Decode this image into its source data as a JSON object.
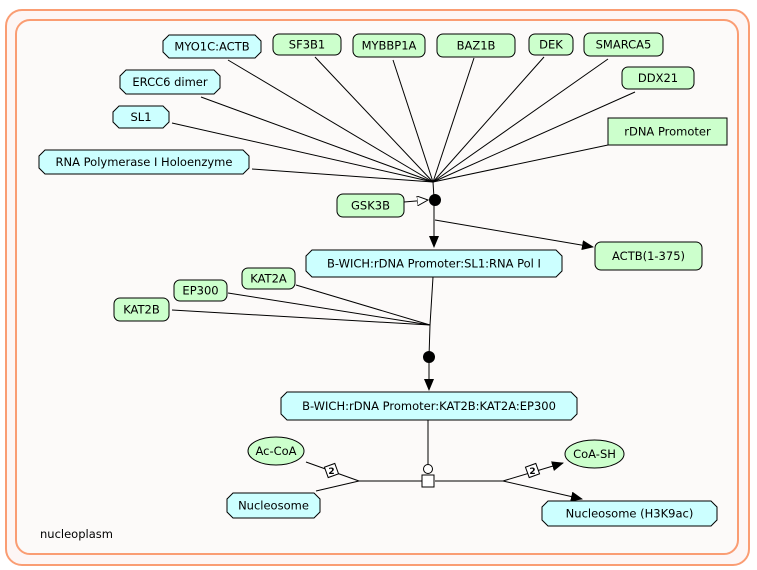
{
  "compartment": {
    "label": "nucleoplasm",
    "outer_stroke": "#fa9d73",
    "inner_fill": "#fcfaf9"
  },
  "colors": {
    "complex_fill": "#ccffff",
    "protein_fill": "#ccffcc",
    "chemical_fill": "#ccffcc",
    "stroke": "#000000"
  },
  "nodes": [
    {
      "id": "myo1c",
      "label": "MYO1C:ACTB",
      "type": "complex"
    },
    {
      "id": "sf3b1",
      "label": "SF3B1",
      "type": "protein"
    },
    {
      "id": "mybbp1a",
      "label": "MYBBP1A",
      "type": "protein"
    },
    {
      "id": "baz1b",
      "label": "BAZ1B",
      "type": "protein"
    },
    {
      "id": "dek",
      "label": "DEK",
      "type": "protein"
    },
    {
      "id": "smarca5",
      "label": "SMARCA5",
      "type": "protein"
    },
    {
      "id": "ddx21",
      "label": "DDX21",
      "type": "protein"
    },
    {
      "id": "ercc6",
      "label": "ERCC6 dimer",
      "type": "complex"
    },
    {
      "id": "sl1",
      "label": "SL1",
      "type": "complex"
    },
    {
      "id": "rdna",
      "label": "rDNA Promoter",
      "type": "dna"
    },
    {
      "id": "rnapol",
      "label": "RNA Polymerase I Holoenzyme",
      "type": "complex"
    },
    {
      "id": "gsk3b",
      "label": "GSK3B",
      "type": "protein"
    },
    {
      "id": "bwich1",
      "label": "B-WICH:rDNA Promoter:SL1:RNA Pol I",
      "type": "complex"
    },
    {
      "id": "actb",
      "label": "ACTB(1-375)",
      "type": "protein"
    },
    {
      "id": "kat2a",
      "label": "KAT2A",
      "type": "protein"
    },
    {
      "id": "ep300",
      "label": "EP300",
      "type": "protein"
    },
    {
      "id": "kat2b",
      "label": "KAT2B",
      "type": "protein"
    },
    {
      "id": "bwich2",
      "label": "B-WICH:rDNA Promoter:KAT2B:KAT2A:EP300",
      "type": "complex"
    },
    {
      "id": "accoa",
      "label": "Ac-CoA",
      "type": "chemical"
    },
    {
      "id": "coash",
      "label": "CoA-SH",
      "type": "chemical"
    },
    {
      "id": "nucleosome",
      "label": "Nucleosome",
      "type": "complex"
    },
    {
      "id": "nuc_h3k9ac",
      "label": "Nucleosome (H3K9ac)",
      "type": "complex"
    }
  ],
  "stoichiometry": {
    "accoa": "2",
    "coash": "2"
  },
  "reactions": [
    {
      "id": "r1",
      "inputs": [
        "myo1c",
        "sf3b1",
        "mybbp1a",
        "baz1b",
        "dek",
        "smarca5",
        "ddx21",
        "ercc6",
        "sl1",
        "rdna",
        "rnapol"
      ],
      "catalyst": "gsk3b",
      "outputs": [
        "bwich1",
        "actb"
      ]
    },
    {
      "id": "r2",
      "inputs": [
        "bwich1",
        "kat2a",
        "ep300",
        "kat2b"
      ],
      "outputs": [
        "bwich2"
      ]
    },
    {
      "id": "r3",
      "inputs": [
        "accoa",
        "nucleosome"
      ],
      "catalyst": "bwich2",
      "outputs": [
        "coash",
        "nuc_h3k9ac"
      ]
    }
  ]
}
